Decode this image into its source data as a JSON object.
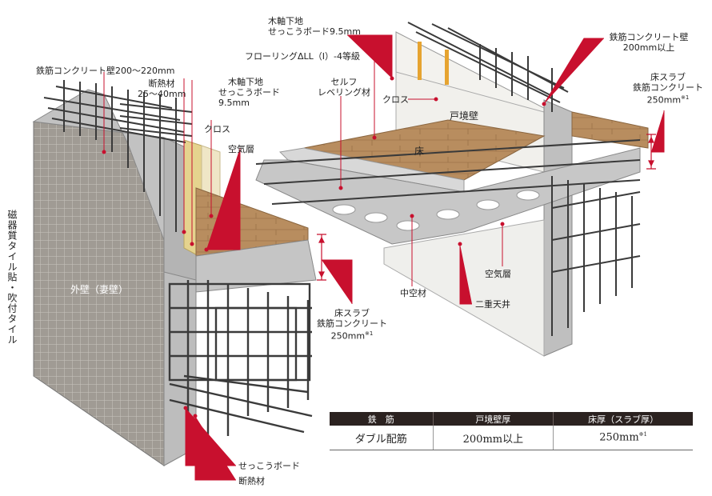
{
  "labels": {
    "rc_wall_left": "鉄筋コンクリート壁200～220mm",
    "insulation_top_1": "断熱材",
    "insulation_top_2": "25～40mm",
    "wood_frame_left_1": "木軸下地",
    "wood_frame_left_2": "せっこうボード",
    "wood_frame_left_3": "9.5mm",
    "cloth_left": "クロス",
    "air_layer_left": "空気層",
    "exterior_finish": "磁器質タイル貼・吹付タイル",
    "exterior_wall": "外壁（妻壁）",
    "slab_left_1": "床スラブ",
    "slab_left_2": "鉄筋コンクリート",
    "slab_left_3": "250mm",
    "gypsum_bottom": "せっこうボード",
    "insulation_bottom": "断熱材",
    "wood_frame_top_1": "木軸下地",
    "wood_frame_top_2": "せっこうボード9.5mm",
    "flooring": "フローリングΔLL（I）-4等級",
    "self_leveling_1": "セルフ",
    "self_leveling_2": "レベリング材",
    "cloth_right": "クロス",
    "party_wall": "戸境壁",
    "floor": "床",
    "rc_wall_right_1": "鉄筋コンクリート壁",
    "rc_wall_right_2": "200mm以上",
    "slab_right_1": "床スラブ",
    "slab_right_2": "鉄筋コンクリート",
    "slab_right_3": "250mm",
    "hollow_core": "中空材",
    "air_layer_right": "空気層",
    "double_ceiling": "二重天井",
    "note_mark": "※1"
  },
  "table": {
    "headers": [
      "鉄　筋",
      "戸境壁厚",
      "床厚（スラブ厚）"
    ],
    "values": [
      "ダブル配筋",
      "200mm以上",
      "250mm"
    ],
    "note": "※1"
  },
  "colors": {
    "concrete": "#bfbfbf",
    "tile": "#9a968f",
    "wood_floor": "#b68a5c",
    "insulation": "#e3d08a",
    "rebar": "#3a3a3a",
    "leader_line": "#c8102e",
    "wall_finish": "#f1f0ec",
    "table_header": "#2b2220"
  }
}
